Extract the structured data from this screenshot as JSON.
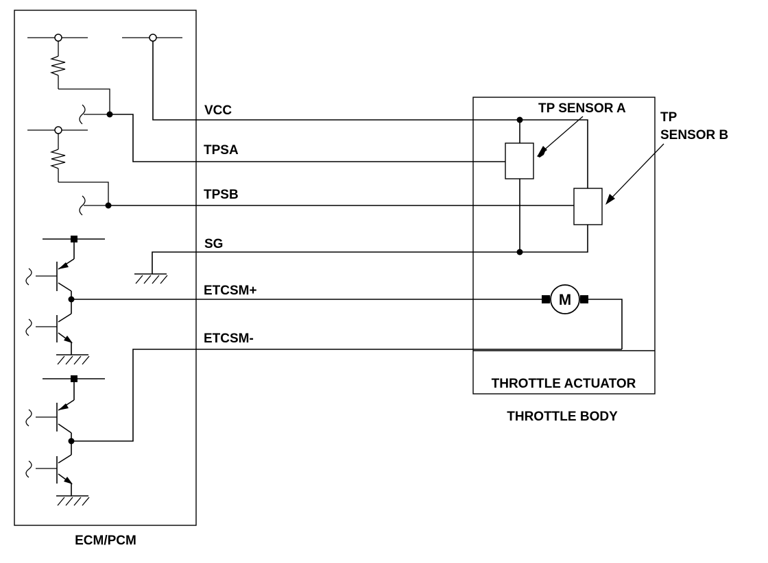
{
  "labels": {
    "ecm": "ECM/PCM",
    "throttle_body": "THROTTLE BODY",
    "throttle_actuator": "THROTTLE ACTUATOR",
    "tp_sensor_a": "TP SENSOR A",
    "tp_sensor_b_line1": "TP",
    "tp_sensor_b_line2": "SENSOR B",
    "motor": "M"
  },
  "wires": {
    "vcc": "VCC",
    "tpsa": "TPSA",
    "tpsb": "TPSB",
    "sg": "SG",
    "etcsm_plus": "ETCSM+",
    "etcsm_minus": "ETCSM-"
  }
}
